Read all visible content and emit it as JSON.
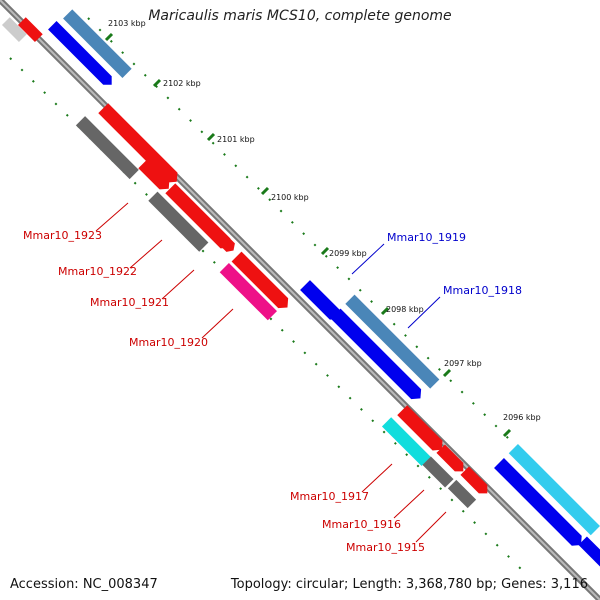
{
  "title": "Maricaulis maris MCS10, complete genome",
  "accession": "Accession: NC_008347",
  "topology": "Topology: circular; Length: 3,368,780 bp; Genes: 3,116",
  "ticks": [
    "2103 kbp",
    "2102 kbp",
    "2101 kbp",
    "2100 kbp",
    "2099 kbp",
    "2098 kbp",
    "2097 kbp",
    "2096 kbp"
  ],
  "gene_labels": [
    {
      "text": "Mmar10_1923",
      "color": "#cc0000"
    },
    {
      "text": "Mmar10_1922",
      "color": "#cc0000"
    },
    {
      "text": "Mmar10_1921",
      "color": "#cc0000"
    },
    {
      "text": "Mmar10_1920",
      "color": "#cc0000"
    },
    {
      "text": "Mmar10_1919",
      "color": "#0000cc"
    },
    {
      "text": "Mmar10_1918",
      "color": "#0000cc"
    },
    {
      "text": "Mmar10_1917",
      "color": "#cc0000"
    },
    {
      "text": "Mmar10_1916",
      "color": "#cc0000"
    },
    {
      "text": "Mmar10_1915",
      "color": "#cc0000"
    }
  ]
}
